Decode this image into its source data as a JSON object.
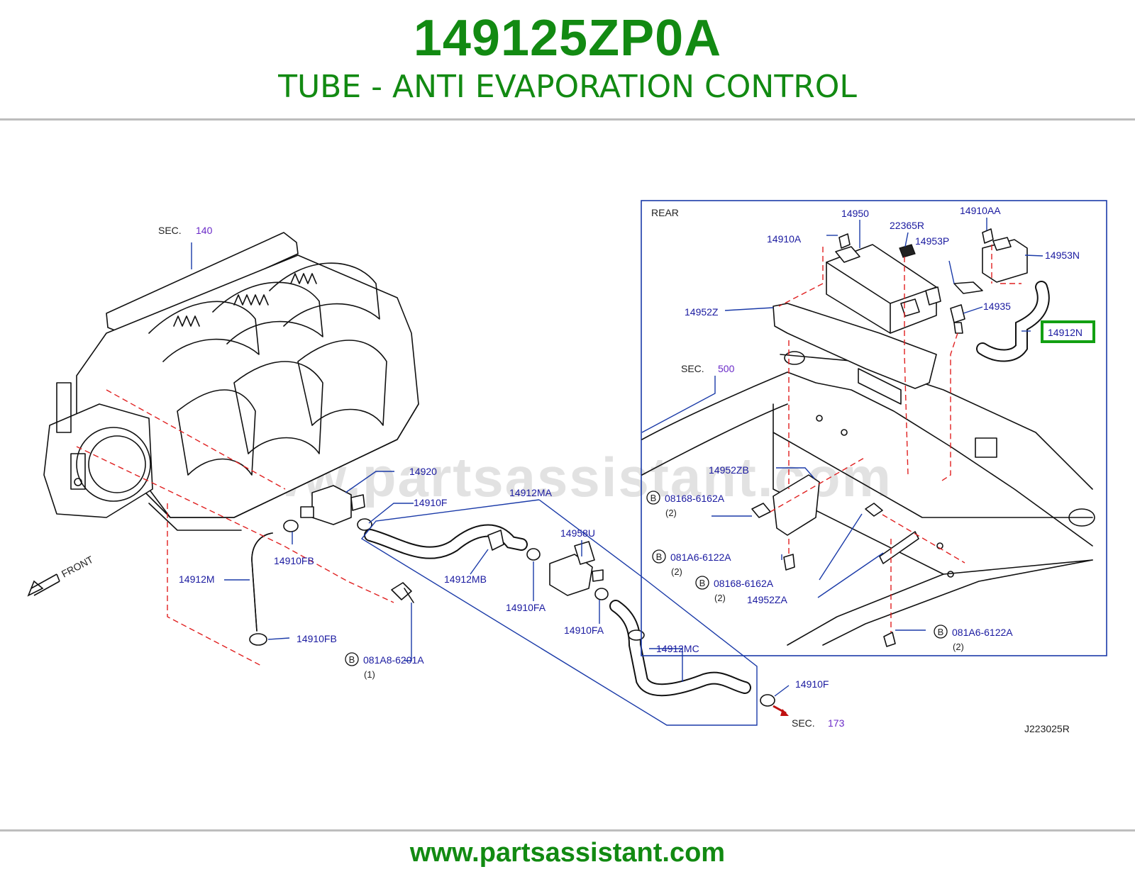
{
  "header": {
    "part_number": "149125ZP0A",
    "title": "TUBE - ANTI EVAPORATION CONTROL"
  },
  "footer": {
    "url": "www.partsassistant.com"
  },
  "diagram": {
    "watermark": "www.partsassistant.com",
    "diagram_code": "J223025R",
    "inset_label": "REAR",
    "front_label": "FRONT",
    "sections": [
      {
        "prefix": "SEC.",
        "number": "140"
      },
      {
        "prefix": "SEC.",
        "number": "500"
      },
      {
        "prefix": "SEC.",
        "number": "173"
      }
    ],
    "highlighted_part": "14912N",
    "parts": {
      "p14950": "14950",
      "p22365R": "22365R",
      "p14910AA": "14910AA",
      "p14910A": "14910A",
      "p14953P": "14953P",
      "p14953N": "14953N",
      "p14952Z": "14952Z",
      "p14935": "14935",
      "p14952ZB": "14952ZB",
      "p14952ZA": "14952ZA",
      "p14920": "14920",
      "p14910F_top": "14910F",
      "p14912MA": "14912MA",
      "p14958U": "14958U",
      "p14910FB_top": "14910FB",
      "p14912M": "14912M",
      "p14912MB": "14912MB",
      "p14910FA_left": "14910FA",
      "p14910FA_right": "14910FA",
      "p14910FB_bottom": "14910FB",
      "p14912MC": "14912MC",
      "p14910F_bottom": "14910F"
    },
    "bolts": {
      "bolt_marker": "B",
      "b1": {
        "code": "08168-6162A",
        "qty": "(2)"
      },
      "b2": {
        "code": "081A6-6122A",
        "qty": "(2)"
      },
      "b3": {
        "code": "08168-6162A",
        "qty": "(2)"
      },
      "b4": {
        "code": "081A6-6122A",
        "qty": "(2)"
      },
      "b5": {
        "code": "081A8-6201A",
        "qty": "(1)"
      }
    }
  }
}
